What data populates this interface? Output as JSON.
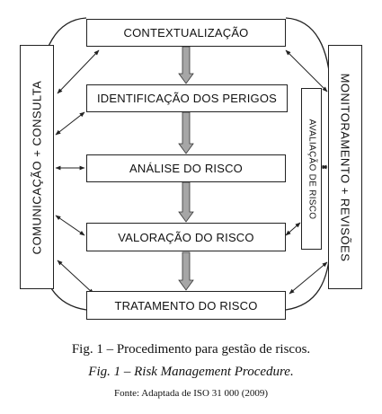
{
  "steps": {
    "s1": "CONTEXTUALIZAÇÃO",
    "s2": "IDENTIFICAÇÃO DOS PERIGOS",
    "s3": "ANÁLISE DO RISCO",
    "s4": "VALORAÇÃO  DO RISCO",
    "s5": "TRATAMENTO DO RISCO"
  },
  "side_left": "COMUNICAÇÃO + CONSULTA",
  "side_right": "MONITORAMENTO + REVISÕES",
  "bracket_label": "AVALIAÇÃO DE RISCO",
  "caption": {
    "pt": "Fig. 1 – Procedimento para gestão de riscos.",
    "en": "Fig. 1 – Risk Management Procedure.",
    "source": "Fonte: Adaptada de ISO 31 000 (2009)"
  },
  "colors": {
    "stroke": "#222222",
    "arrow_fill": "#a6a6a6",
    "background": "#ffffff"
  }
}
